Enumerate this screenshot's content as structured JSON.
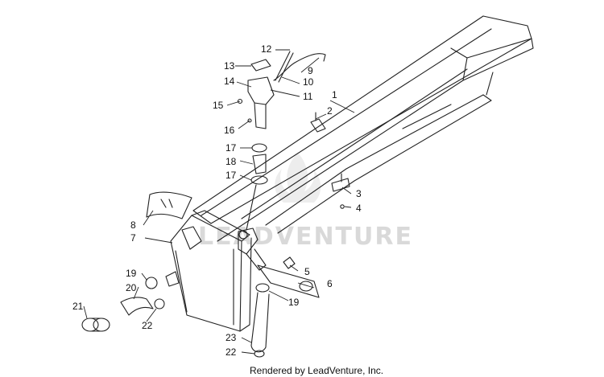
{
  "watermark": {
    "text": "LEADVENTURE"
  },
  "credit": {
    "text": "Rendered by LeadVenture, Inc."
  },
  "callouts": {
    "c1": "1",
    "c2": "2",
    "c3": "3",
    "c4": "4",
    "c5": "5",
    "c6": "6",
    "c7": "7",
    "c8": "8",
    "c9": "9",
    "c10": "10",
    "c11": "11",
    "c12": "12",
    "c13": "13",
    "c14": "14",
    "c15": "15",
    "c16": "16",
    "c17a": "17",
    "c17b": "17",
    "c18": "18",
    "c19a": "19",
    "c19b": "19",
    "c20": "20",
    "c21": "21",
    "c22a": "22",
    "c22b": "22",
    "c23": "23"
  }
}
